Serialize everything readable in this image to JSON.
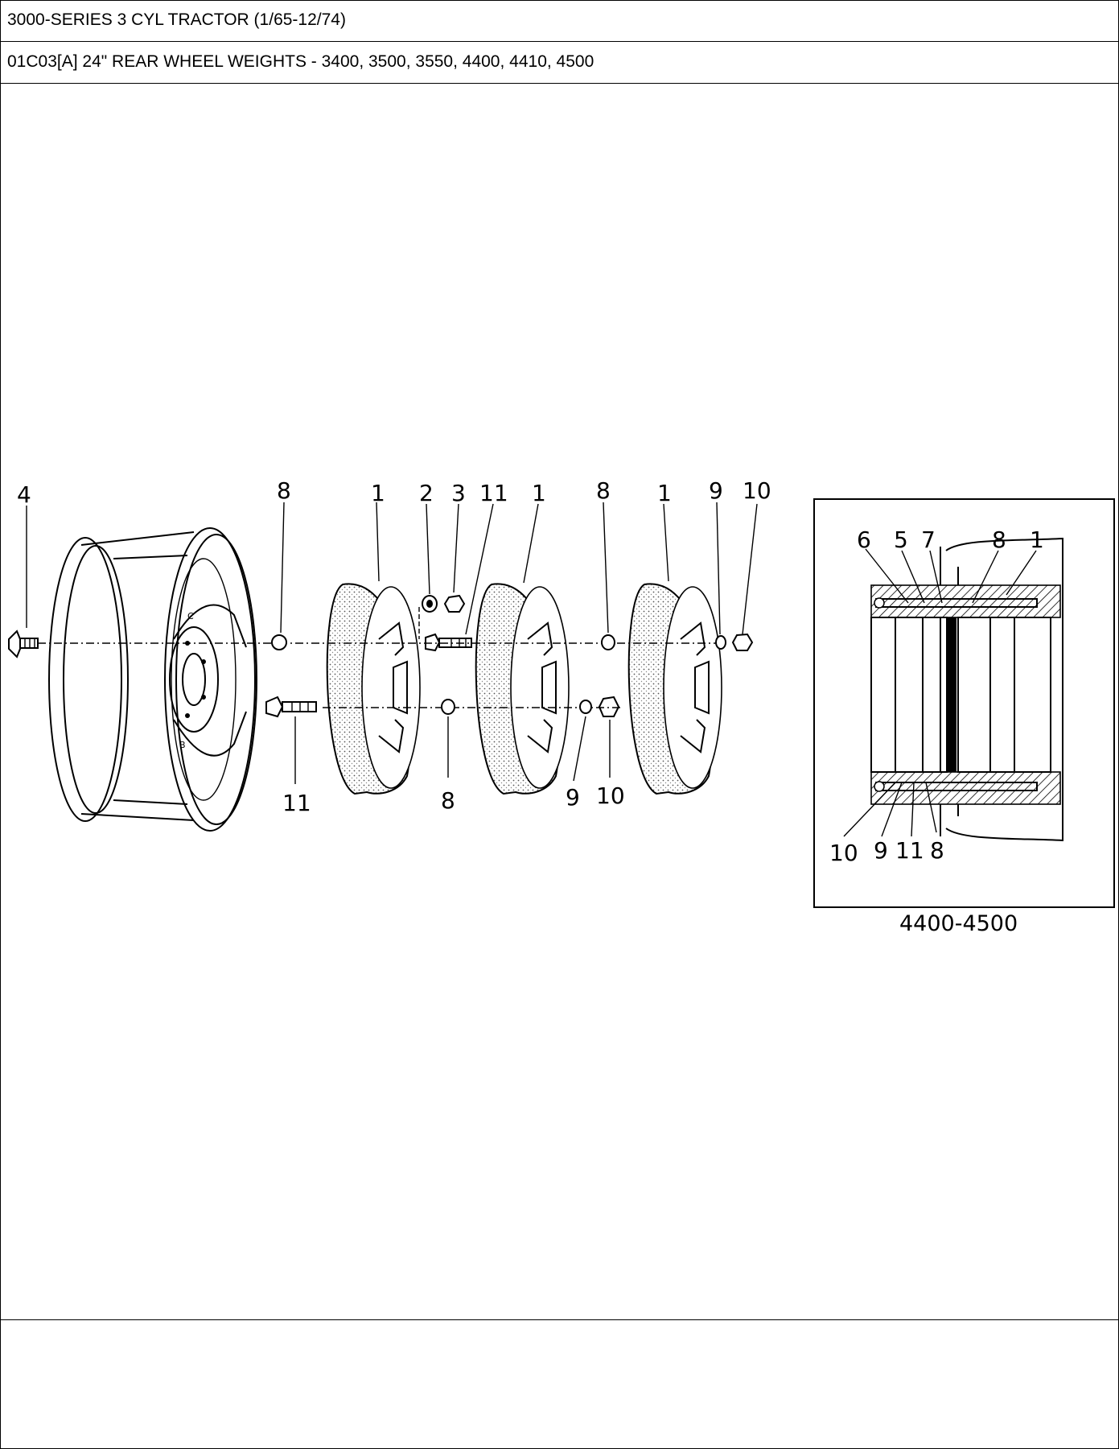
{
  "header": {
    "title": "3000-SERIES 3 CYL TRACTOR (1/65-12/74)",
    "subtitle": "01C03[A] 24\"  REAR WHEEL WEIGHTS - 3400, 3500, 3550, 4400, 4410, 4500"
  },
  "diagram": {
    "callouts_top": [
      "4",
      "8",
      "1",
      "2",
      "3",
      "11",
      "1",
      "8",
      "1",
      "9",
      "10"
    ],
    "callouts_bottom": [
      "11",
      "8",
      "9",
      "10"
    ],
    "inset": {
      "callouts_top": [
        "6",
        "5",
        "7",
        "8",
        "1"
      ],
      "callouts_bottom": [
        "10",
        "9",
        "11",
        "8"
      ],
      "caption": "4400-4500"
    }
  }
}
